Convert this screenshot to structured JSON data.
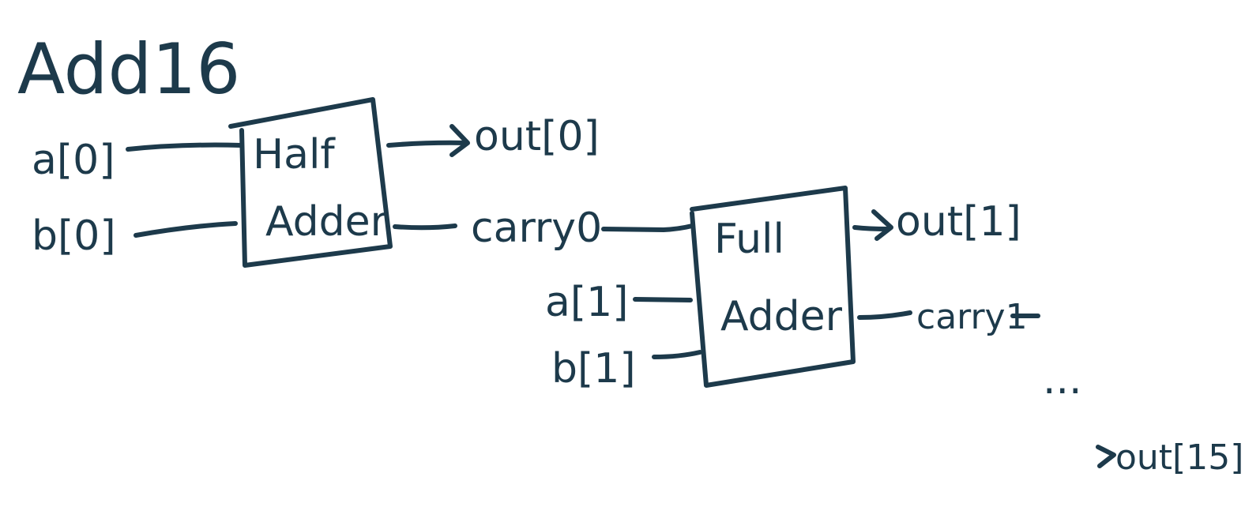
{
  "title": "Add16",
  "half_adder": {
    "line1": "Half",
    "line2": "Adder"
  },
  "full_adder": {
    "line1": "Full",
    "line2": "Adder"
  },
  "signals": {
    "a0": "a[0]",
    "b0": "b[0]",
    "out0": "out[0]",
    "carry0": "carry0",
    "a1": "a[1]",
    "b1": "b[1]",
    "out1": "out[1]",
    "carry1": "carry1",
    "ellipsis": "...",
    "out15": "out[15]"
  },
  "colors": {
    "ink": "#1d3a4b",
    "background": "#ffffff"
  }
}
